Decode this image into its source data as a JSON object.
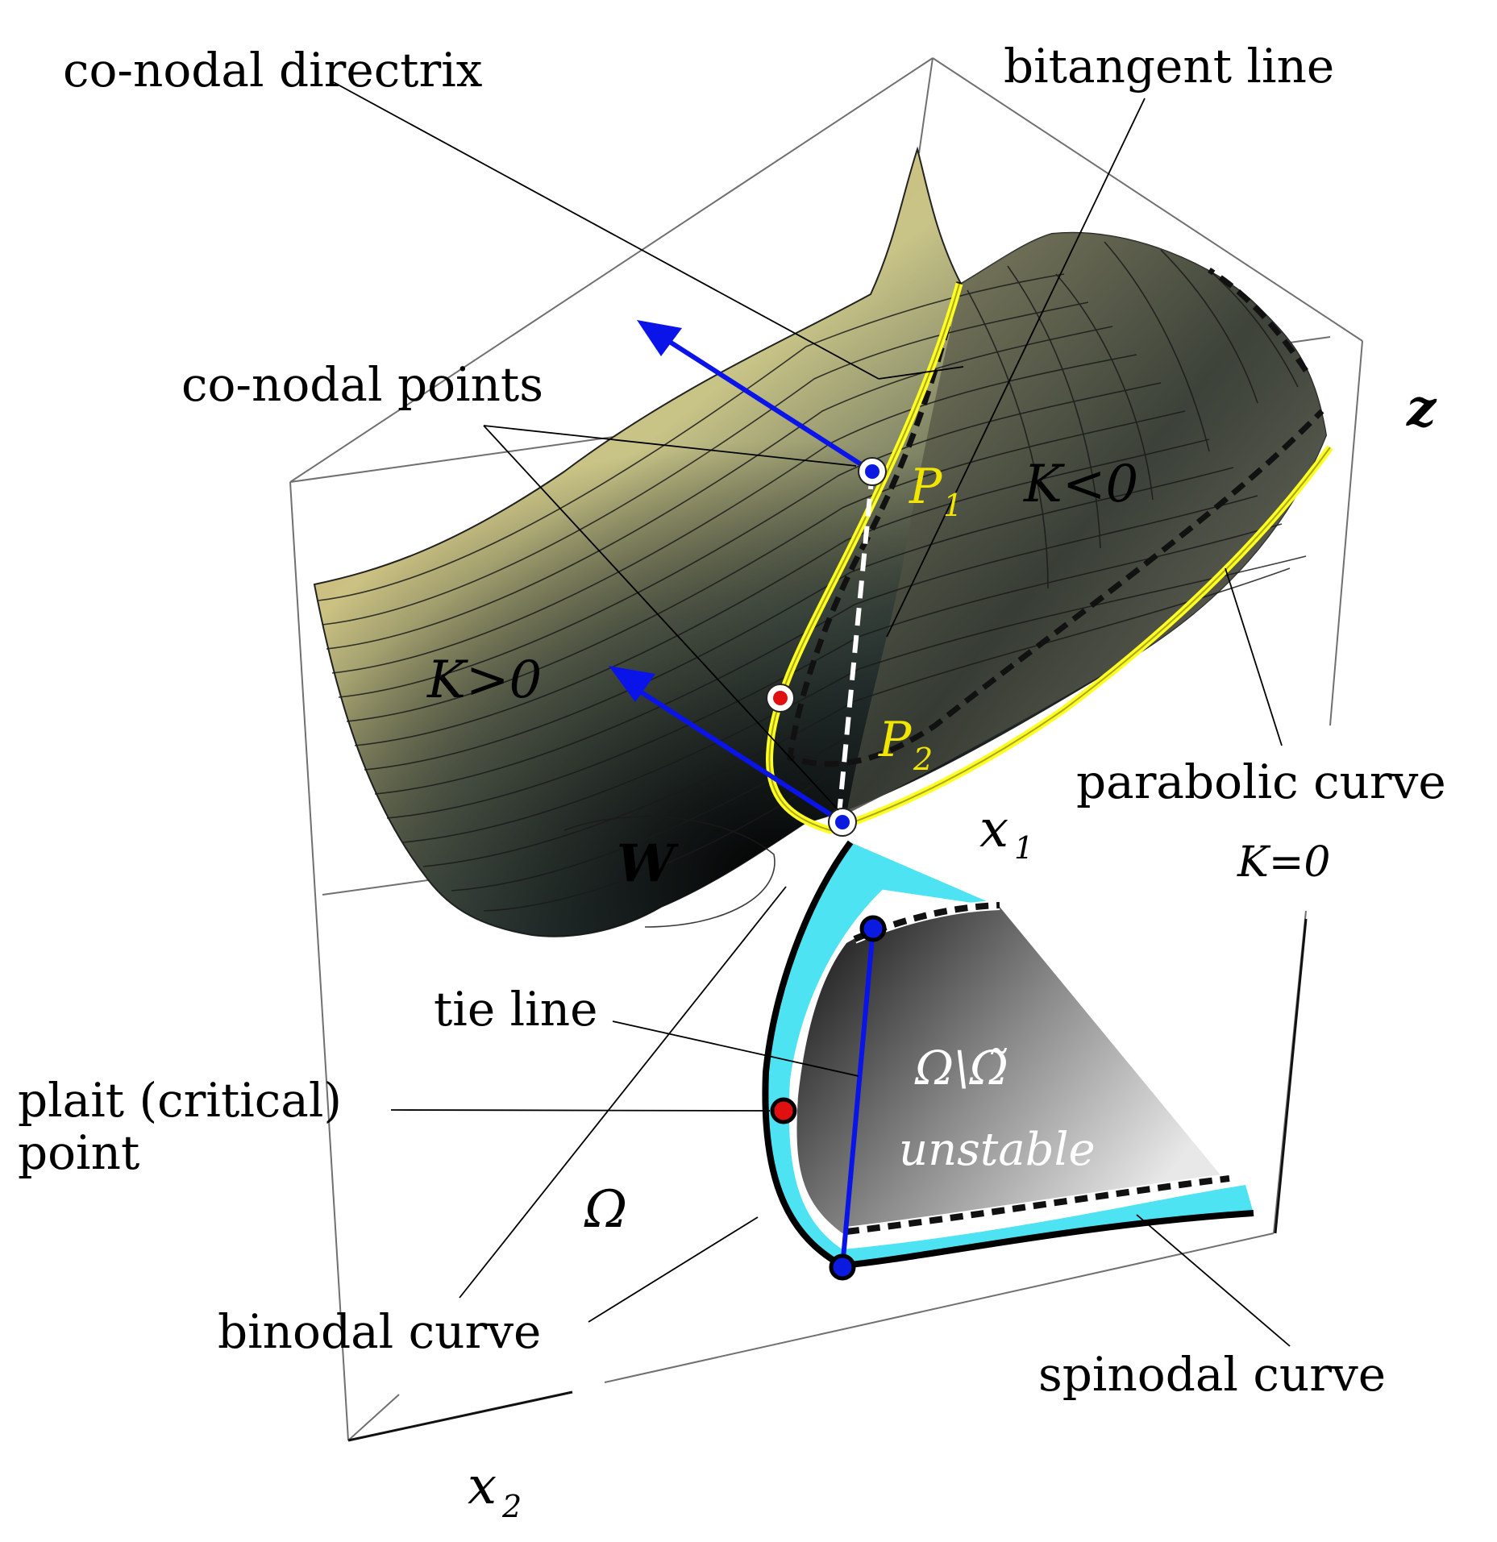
{
  "labels": {
    "co_nodal_directrix": "co-nodal directrix",
    "bitangent_line": "bitangent line",
    "co_nodal_points": "co-nodal points",
    "z_axis": "z",
    "p1": "P",
    "p1_sub": "1",
    "p2": "P",
    "p2_sub": "2",
    "k_neg": "K<0",
    "k_pos": "K>0",
    "w": "W",
    "parabolic_curve": "parabolic curve",
    "k_zero": "K=0",
    "x1": "x",
    "x1_sub": "1",
    "x2": "x",
    "x2_sub": "2",
    "tie_line": "tie line",
    "plait_point_line1": "plait (critical)",
    "plait_point_line2": "point",
    "omega": "Ω",
    "omega_region": "Ω\\Ω̃",
    "unstable": "unstable",
    "binodal_curve": "binodal curve",
    "spinodal_curve": "spinodal curve"
  },
  "colors": {
    "binodal": "#ffff22",
    "spinodal_region": "#4ee3f3",
    "co_nodal_point": "#0a1ae0",
    "plait_point": "#e01010",
    "normal_vector": "#0a14e8",
    "box_edge": "#707070"
  }
}
